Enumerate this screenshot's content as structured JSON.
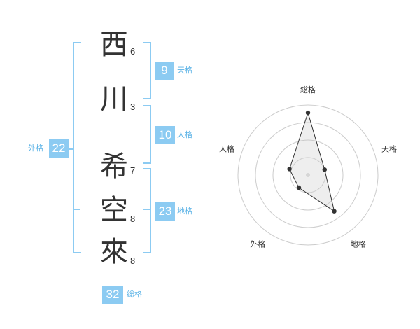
{
  "name": {
    "chars": [
      {
        "char": "西",
        "strokes": "6"
      },
      {
        "char": "川",
        "strokes": "3"
      },
      {
        "char": "希",
        "strokes": "7"
      },
      {
        "char": "空",
        "strokes": "8"
      },
      {
        "char": "來",
        "strokes": "8"
      }
    ]
  },
  "kaku": {
    "tenkaku": {
      "value": "9",
      "label": "天格"
    },
    "jinkaku": {
      "value": "10",
      "label": "人格"
    },
    "chikaku": {
      "value": "23",
      "label": "地格"
    },
    "gaikaku": {
      "value": "22",
      "label": "外格"
    },
    "soukaku": {
      "value": "32",
      "label": "総格"
    }
  },
  "colors": {
    "accent": "#8ccbf2",
    "label": "#5ab2e6",
    "text": "#333333",
    "grid": "#cccccc"
  },
  "chart_data": {
    "type": "radar",
    "axes": [
      "総格",
      "天格",
      "地格",
      "外格",
      "人格"
    ],
    "values": [
      32,
      9,
      23,
      8,
      10
    ],
    "rmax": 36,
    "rings": 4,
    "grid": true
  }
}
